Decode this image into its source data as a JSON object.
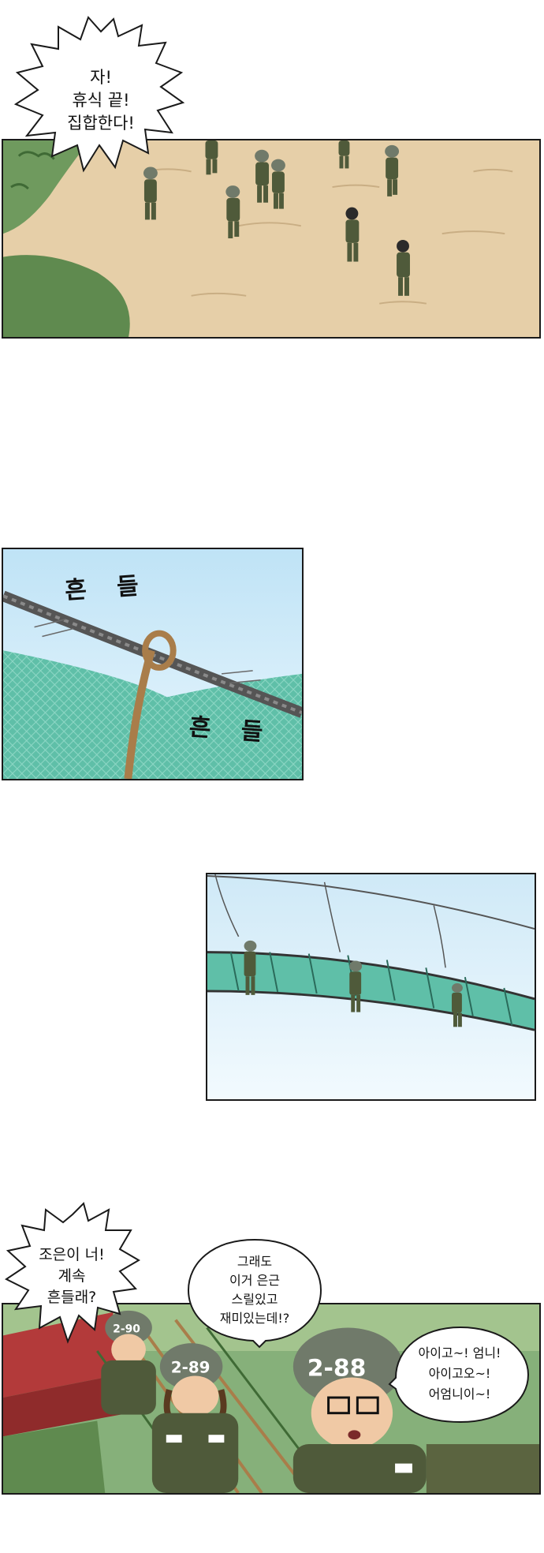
{
  "panel1": {
    "speech": [
      "자!",
      "휴식 끝!",
      "집합한다!"
    ]
  },
  "panel2": {
    "sfx_top": "흔 들",
    "sfx_bottom": "흔 들"
  },
  "panel4": {
    "speech_left": [
      "조은이 너!",
      "계속",
      "흔들래?"
    ],
    "speech_mid": [
      "그래도",
      "이거 은근",
      "스릴있고",
      "재미있는데!?"
    ],
    "speech_right": [
      "아이고~! 엄니!",
      "아이고오~!",
      "어엄니이~!"
    ],
    "helmet_labels": [
      "2-90",
      "2-89",
      "2-88"
    ]
  },
  "colors": {
    "sand": "#e6cfa8",
    "grass": "#6f9a5e",
    "sky": "#cfe9f7",
    "net": "#5fbfa8",
    "camo": "#4f5a3a",
    "rope": "#a97d4a",
    "cable": "#555555"
  }
}
